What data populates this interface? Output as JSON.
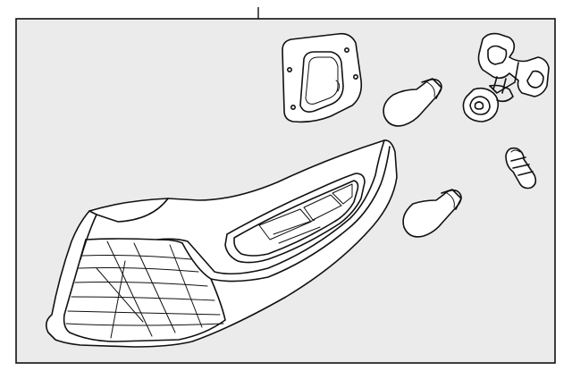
{
  "diagram": {
    "background": "#ebebeb",
    "line_color": "#111111",
    "parts": [
      {
        "id": "tail-lamp-assembly"
      },
      {
        "id": "lamp-gasket"
      },
      {
        "id": "socket-harness"
      },
      {
        "id": "upper-bulb"
      },
      {
        "id": "lower-bulb"
      },
      {
        "id": "wedge-bulb"
      }
    ]
  }
}
